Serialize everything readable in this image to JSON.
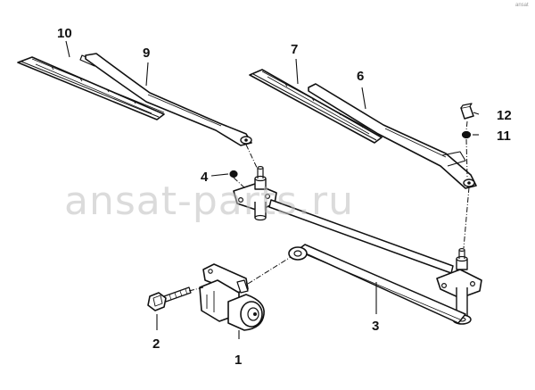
{
  "watermark": "ansat-parts.ru",
  "corner_mark": "ansat",
  "callouts": {
    "c1": "1",
    "c2": "2",
    "c3": "3",
    "c4": "4",
    "c5": "6",
    "c6": "7",
    "c7": "9",
    "c8": "10",
    "c9": "11",
    "c10": "12"
  },
  "parts": {
    "motor": "wiper motor",
    "bolt": "bolt",
    "linkage": "linkage",
    "nut": "nut",
    "arm_right": "wiper arm",
    "blade_right": "wiper blade",
    "arm_left": "wiper arm",
    "blade_left": "wiper blade",
    "washer": "washer",
    "cap": "cap"
  }
}
